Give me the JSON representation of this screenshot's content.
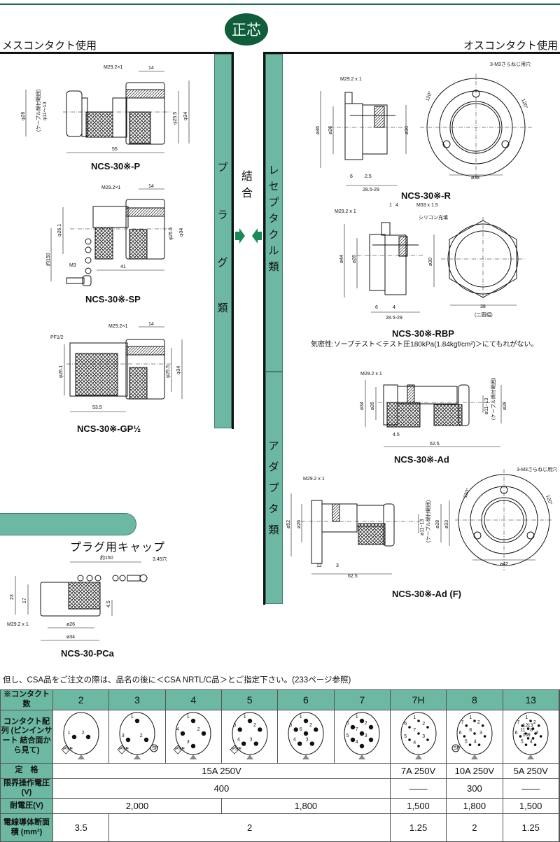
{
  "header": {
    "badge": "正芯",
    "left": "メスコンタクト使用",
    "right": "オスコンタクト使用",
    "center": [
      "結",
      "合"
    ]
  },
  "bars": {
    "plug": [
      "プ",
      "ラ",
      "グ",
      "類"
    ],
    "receptacle": [
      "レ",
      "セ",
      "プ",
      "タ",
      "ク",
      "ル",
      "類"
    ],
    "adapter": [
      "ア",
      "ダ",
      "プ",
      "タ",
      "類"
    ]
  },
  "cap": {
    "heading": "プラグ用キャップ"
  },
  "drawings": {
    "p": {
      "title": "NCS-30※-P",
      "thread": "M29.2×1",
      "d14": "14",
      "d26": "φ26",
      "cable": "(ケーブル締付範囲)",
      "cable_range": "φ11～13",
      "d255": "φ25.5",
      "d34": "φ34",
      "d55": "55"
    },
    "sp": {
      "title": "NCS-30※-SP",
      "thread": "M29.2×1",
      "d14": "14",
      "d261": "φ26.1",
      "d255": "φ25.5",
      "d34": "φ34",
      "chain": "約150",
      "m3": "M3",
      "d41": "41"
    },
    "gp": {
      "title": "NCS-30※-GP½",
      "pf": "PF1/2",
      "thread": "M29.2×1",
      "d14": "14",
      "d261": "φ26.1",
      "d255": "φ25.5",
      "d34": "φ34",
      "d535": "53.5"
    },
    "r": {
      "title": "NCS-30※-R",
      "thread": "M29.2 x 1",
      "d46": "ø46",
      "d26": "ø26",
      "d30": "ø30",
      "d6": "6",
      "d25": "2.5",
      "len": "28.5-29",
      "holes": "3-M3さらねじ用穴",
      "ang1": "120°",
      "ang2": "120°",
      "d38": "ø38"
    },
    "rbp": {
      "title": "NCS-30※-RBP",
      "d1": "1",
      "d4a": "4",
      "m33": "M33 x 1.5",
      "thread": "M29.2 x 1",
      "silicon": "シリコン充填",
      "d44": "ø44",
      "d26": "ø26",
      "d30": "ø30",
      "d6": "6",
      "d4": "4",
      "len": "28.5-29",
      "d38": "38",
      "flats": "(二面幅)",
      "note": "気密性:ソープテスト＜テスト圧180kPa(1.84kgf/cm²)＞にてもれがない。"
    },
    "ad": {
      "title": "NCS-30※-Ad",
      "thread": "M29.2 x 1",
      "d34": "ø34",
      "d26": "ø26",
      "cable_range": "ø11~13",
      "cable": "(ケーブル締付範囲)",
      "d28": "ø28",
      "d45": "4.5",
      "d625": "62.5"
    },
    "adf": {
      "title": "NCS-30※-Ad (F)",
      "thread": "M29.2 x 1",
      "d52": "ø52",
      "d26": "ø26",
      "cable_range": "ø11~13",
      "cable": "(ケーブル締付範囲)",
      "d28": "ø28",
      "d33": "ø33",
      "d12": "12",
      "d3": "3",
      "d625": "62.5",
      "holes": "3-M3さらねじ用穴",
      "ang1": "120°",
      "ang2": "120°",
      "d42": "ø42"
    },
    "pca": {
      "title": "NCS-30-PCa",
      "chain": "約150",
      "hole": "3.45穴",
      "d23": "23",
      "d17": "17",
      "d45": "4.5",
      "thread": "M29.2 x 1",
      "d26": "ø26",
      "d34": "ø34"
    }
  },
  "table": {
    "note": "但し、CSA品をご注文の際は、品名の後に＜CSA NRTL/C品＞とご指定下さい。(233ページ参照)",
    "row_labels": {
      "count": "※コンタクト数",
      "layout": "コンタクト配列 (ピンインサート 結合面から見て)",
      "rating": "定　格",
      "voltage": "限界操作電圧(V)",
      "withstand": "耐電圧(V)",
      "wire": "電線導体断面積 (mm²)"
    },
    "columns": [
      {
        "count": "2",
        "pins": [
          "1",
          "2"
        ],
        "pse": true,
        "csa": false
      },
      {
        "count": "3",
        "pins": [
          "1",
          "2",
          "3"
        ],
        "pse": true,
        "csa": true
      },
      {
        "count": "4",
        "pins": [
          "1",
          "2",
          "3",
          "4"
        ],
        "pse": true,
        "csa": false
      },
      {
        "count": "5",
        "pins": [
          "1",
          "2",
          "3",
          "4",
          "5"
        ],
        "pse": true,
        "csa": false
      },
      {
        "count": "6",
        "pins": [
          "1",
          "2",
          "3",
          "4",
          "5",
          "6"
        ],
        "pse": false,
        "csa": false
      },
      {
        "count": "7",
        "pins": [
          "1",
          "2",
          "3",
          "4",
          "5",
          "6",
          "7"
        ],
        "pse": false,
        "csa": false
      },
      {
        "count": "7H",
        "pins": [
          "1",
          "2",
          "3",
          "4",
          "5",
          "6",
          "7"
        ],
        "pse": false,
        "csa": false
      },
      {
        "count": "8",
        "pins": [
          "1",
          "2",
          "3",
          "4",
          "5",
          "6",
          "7",
          "8"
        ],
        "pse": false,
        "csa": true
      },
      {
        "count": "13",
        "pins": [
          "1",
          "2",
          "3",
          "4",
          "5",
          "6",
          "7",
          "8",
          "9",
          "10",
          "11",
          "12",
          "13"
        ],
        "pse": false,
        "csa": false
      }
    ],
    "marks": {
      "pse": "PSE",
      "csa": "SP"
    },
    "rating": {
      "main": "15A 250V",
      "c7h": "7A 250V",
      "c8": "10A 250V",
      "c13": "5A 250V"
    },
    "voltage": {
      "main": "400",
      "c7h": "——",
      "c8": "300",
      "c13": "——"
    },
    "withstand": {
      "a": "2,000",
      "b": "1,800",
      "c7h": "1,500",
      "c8": "1,800",
      "c13": "1,500"
    },
    "wire": {
      "c2": "3.5",
      "mid": "2",
      "c7h": "1.25",
      "c8": "2",
      "c13": "1.25"
    }
  },
  "colors": {
    "teal": "#6cb8a3",
    "badge": "#0f5d3b",
    "arrow": "#1a8a5a"
  }
}
